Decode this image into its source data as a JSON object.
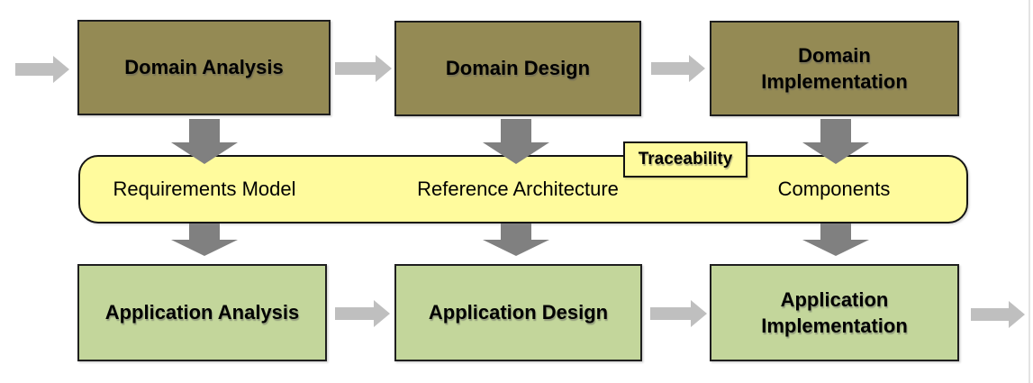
{
  "colors": {
    "domain_box_fill": "#948A54",
    "application_box_fill": "#C3D69B",
    "band_fill": "#FFFB9D",
    "traceability_fill": "#FFFB9D",
    "down_arrow": "#808080",
    "flow_arrow": "#BFBFBF",
    "box_border": "#1F1F1F"
  },
  "diagram": {
    "top_row": {
      "boxes": [
        {
          "label": "Domain Analysis"
        },
        {
          "label": "Domain Design"
        },
        {
          "label": "Domain\nImplementation"
        }
      ]
    },
    "middle_band": {
      "traceability_label": "Traceability",
      "artifacts": [
        {
          "label": "Requirements Model"
        },
        {
          "label": "Reference Architecture"
        },
        {
          "label": "Components"
        }
      ]
    },
    "bottom_row": {
      "boxes": [
        {
          "label": "Application Analysis"
        },
        {
          "label": "Application Design"
        },
        {
          "label": "Application\nImplementation"
        }
      ]
    }
  }
}
